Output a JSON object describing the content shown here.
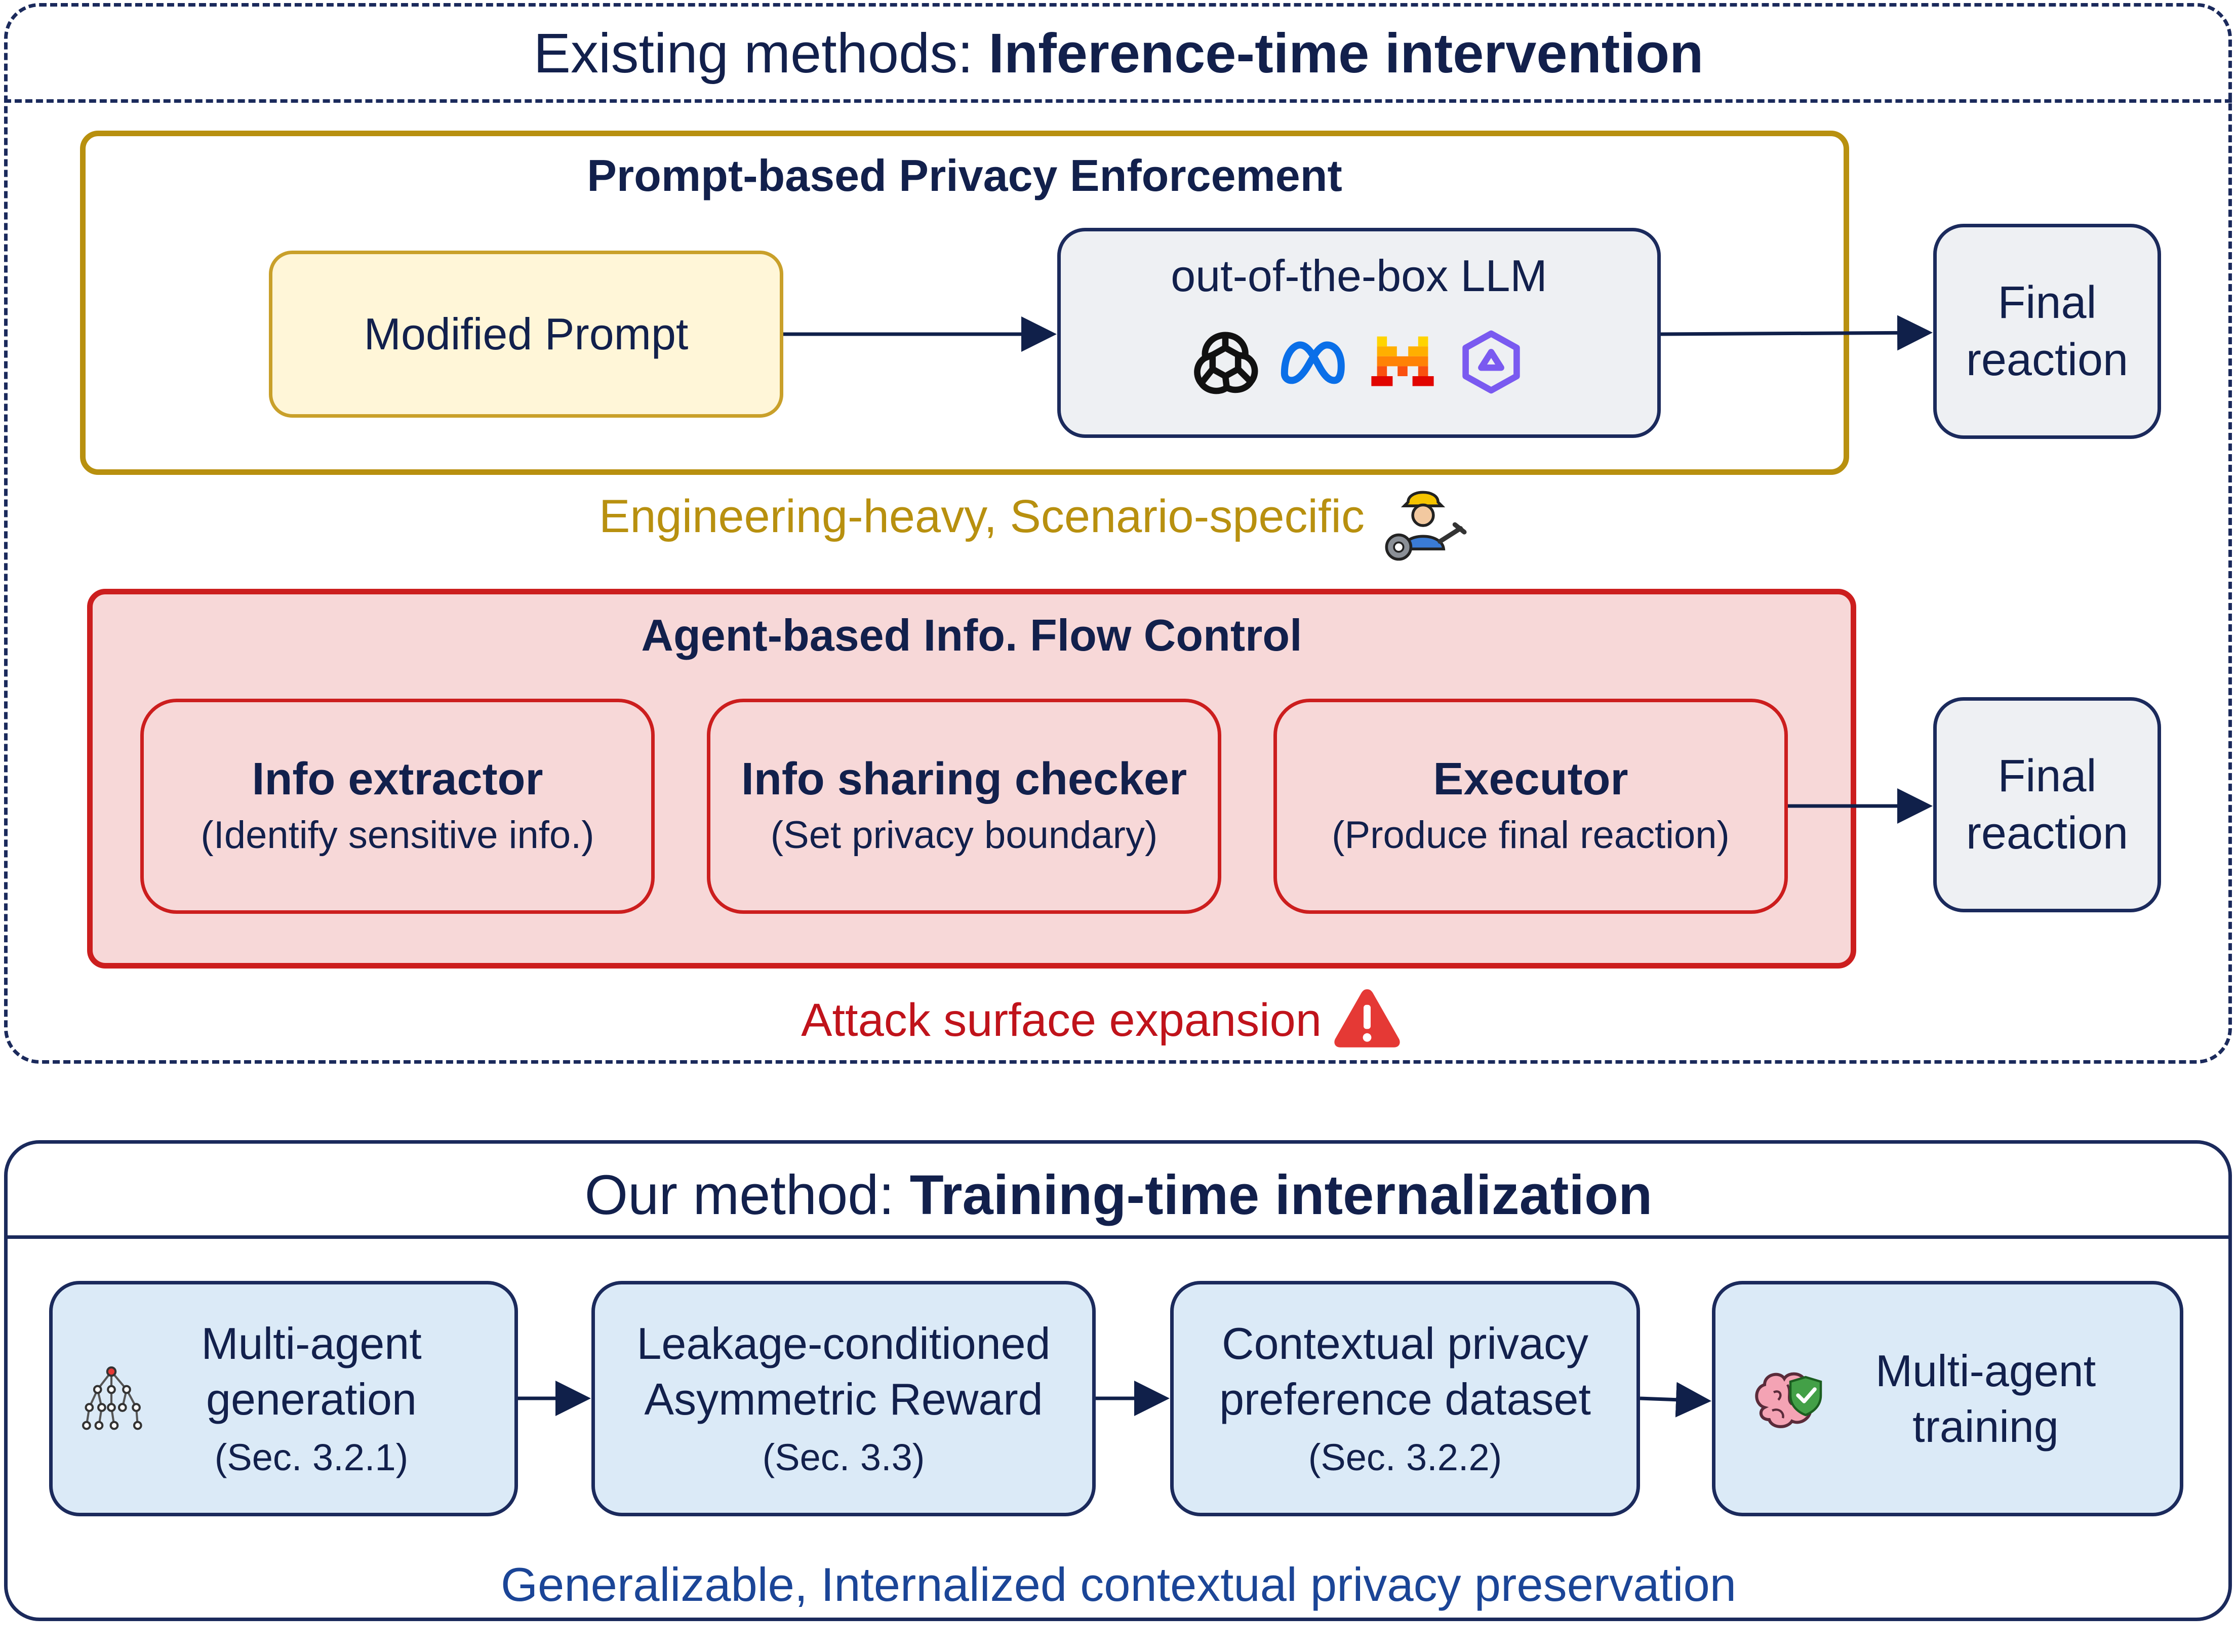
{
  "top": {
    "title_plain": "Existing methods: ",
    "title_bold": "Inference-time intervention",
    "prompt_group": {
      "title": "Prompt-based Privacy Enforcement",
      "modified_prompt": "Modified Prompt",
      "llm_label": "out-of-the-box LLM",
      "llm_logos": [
        "openai-logo",
        "meta-logo",
        "mistral-logo",
        "qwen-logo"
      ],
      "final_line1": "Final",
      "final_line2": "reaction"
    },
    "engineering_caption": "Engineering-heavy, Scenario-specific",
    "agent_group": {
      "title": "Agent-based Info. Flow Control",
      "agents": [
        {
          "name": "Info extractor",
          "desc": "(Identify sensitive info.)"
        },
        {
          "name": "Info sharing checker",
          "desc": "(Set privacy boundary)"
        },
        {
          "name": "Executor",
          "desc": "(Produce final reaction)"
        }
      ],
      "final_line1": "Final",
      "final_line2": "reaction"
    },
    "attack_caption": "Attack surface expansion"
  },
  "bottom": {
    "title_plain": "Our method: ",
    "title_bold": "Training-time internalization",
    "steps": [
      {
        "line1": "Multi-agent",
        "line2": "generation",
        "sec": "(Sec. 3.2.1)"
      },
      {
        "line1": "Leakage-conditioned",
        "line2": "Asymmetric Reward",
        "sec": "(Sec. 3.3)"
      },
      {
        "line1": "Contextual privacy",
        "line2": "preference dataset",
        "sec": "(Sec. 3.2.2)"
      },
      {
        "line1": "Multi-agent",
        "line2": "training"
      }
    ],
    "caption": "Generalizable, Internalized contextual privacy preservation"
  },
  "colors": {
    "navy": "#1b2a5c",
    "gold": "#b8900f",
    "red": "#cc1e1e",
    "pink_fill": "#f7d8d8",
    "yellow_fill": "#fff6d8",
    "blue_fill": "#dbeaf7",
    "gray_fill": "#eef0f3",
    "caption_blue": "#1b4597"
  }
}
